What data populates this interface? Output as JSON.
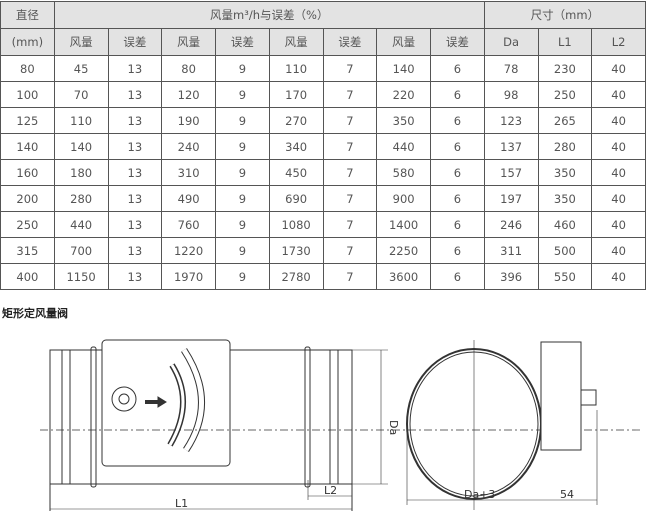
{
  "header": {
    "diameter": "直径",
    "unit_mm": "(mm)",
    "airflow_group": "风量m³/h与误差（%）",
    "size_group": "尺寸（mm）",
    "sub": [
      "风量",
      "误差",
      "风量",
      "误差",
      "风量",
      "误差",
      "风量",
      "误差",
      "Da",
      "L1",
      "L2"
    ]
  },
  "rows": [
    [
      "80",
      "45",
      "13",
      "80",
      "9",
      "110",
      "7",
      "140",
      "6",
      "78",
      "230",
      "40"
    ],
    [
      "100",
      "70",
      "13",
      "120",
      "9",
      "170",
      "7",
      "220",
      "6",
      "98",
      "250",
      "40"
    ],
    [
      "125",
      "110",
      "13",
      "190",
      "9",
      "270",
      "7",
      "350",
      "6",
      "123",
      "265",
      "40"
    ],
    [
      "140",
      "140",
      "13",
      "240",
      "9",
      "340",
      "7",
      "440",
      "6",
      "137",
      "280",
      "40"
    ],
    [
      "160",
      "180",
      "13",
      "310",
      "9",
      "450",
      "7",
      "580",
      "6",
      "157",
      "350",
      "40"
    ],
    [
      "200",
      "280",
      "13",
      "490",
      "9",
      "690",
      "7",
      "900",
      "6",
      "197",
      "350",
      "40"
    ],
    [
      "250",
      "440",
      "13",
      "760",
      "9",
      "1080",
      "7",
      "1400",
      "6",
      "246",
      "460",
      "40"
    ],
    [
      "315",
      "700",
      "13",
      "1220",
      "9",
      "1730",
      "7",
      "2250",
      "6",
      "311",
      "500",
      "40"
    ],
    [
      "400",
      "1150",
      "13",
      "1970",
      "9",
      "2780",
      "7",
      "3600",
      "6",
      "396",
      "550",
      "40"
    ]
  ],
  "caption": "矩形定风量阀",
  "drawing": {
    "da": "Da",
    "l1": "L1",
    "l2": "L2",
    "da3": "Da+3",
    "d54": "54"
  }
}
